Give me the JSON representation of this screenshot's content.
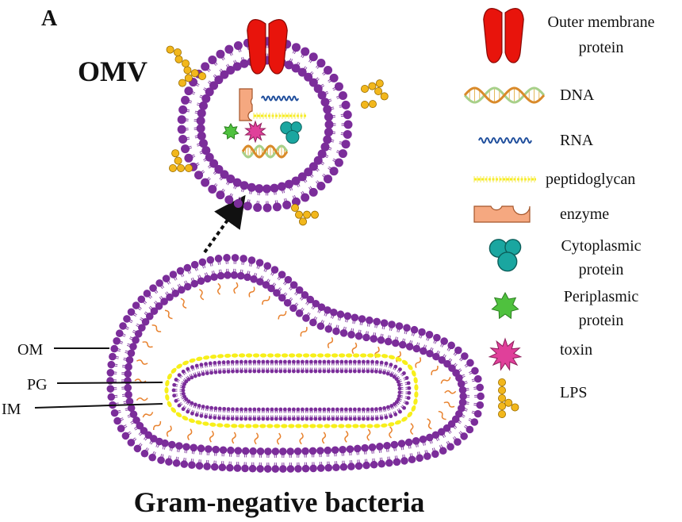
{
  "panel_letter": "A",
  "omv_label": "OMV",
  "title": "Gram-negative bacteria",
  "membrane_labels": {
    "om": "OM",
    "pg": "PG",
    "im": "IM"
  },
  "legend": [
    {
      "id": "outer-membrane-protein",
      "line1": "Outer membrane",
      "line2": "protein"
    },
    {
      "id": "dna",
      "line1": "DNA",
      "line2": ""
    },
    {
      "id": "rna",
      "line1": "RNA",
      "line2": ""
    },
    {
      "id": "peptidoglycan",
      "line1": "peptidoglycan",
      "line2": ""
    },
    {
      "id": "enzyme",
      "line1": "enzyme",
      "line2": ""
    },
    {
      "id": "cytoplasmic-protein",
      "line1": "Cytoplasmic",
      "line2": "protein"
    },
    {
      "id": "periplasmic-protein",
      "line1": "Periplasmic",
      "line2": "protein"
    },
    {
      "id": "toxin",
      "line1": "toxin",
      "line2": ""
    },
    {
      "id": "lps",
      "line1": "LPS",
      "line2": ""
    }
  ],
  "colors": {
    "lipid": "#7b2d9a",
    "lipid_tail": "#8a4aa6",
    "protein": "#e8140c",
    "peptidoglycan": "#f7ef1a",
    "lps": "#f2b71c",
    "lps_outline": "#9a6d00",
    "enzyme": "#f5a880",
    "cytoplasmic": "#1aa6a0",
    "periplasmic": "#4fc13e",
    "toxin": "#e0409a",
    "rna": "#1f4e9c",
    "dna_a": "#a7d08a",
    "dna_b": "#d98a2a",
    "lps_squiggle": "#e8822e"
  }
}
